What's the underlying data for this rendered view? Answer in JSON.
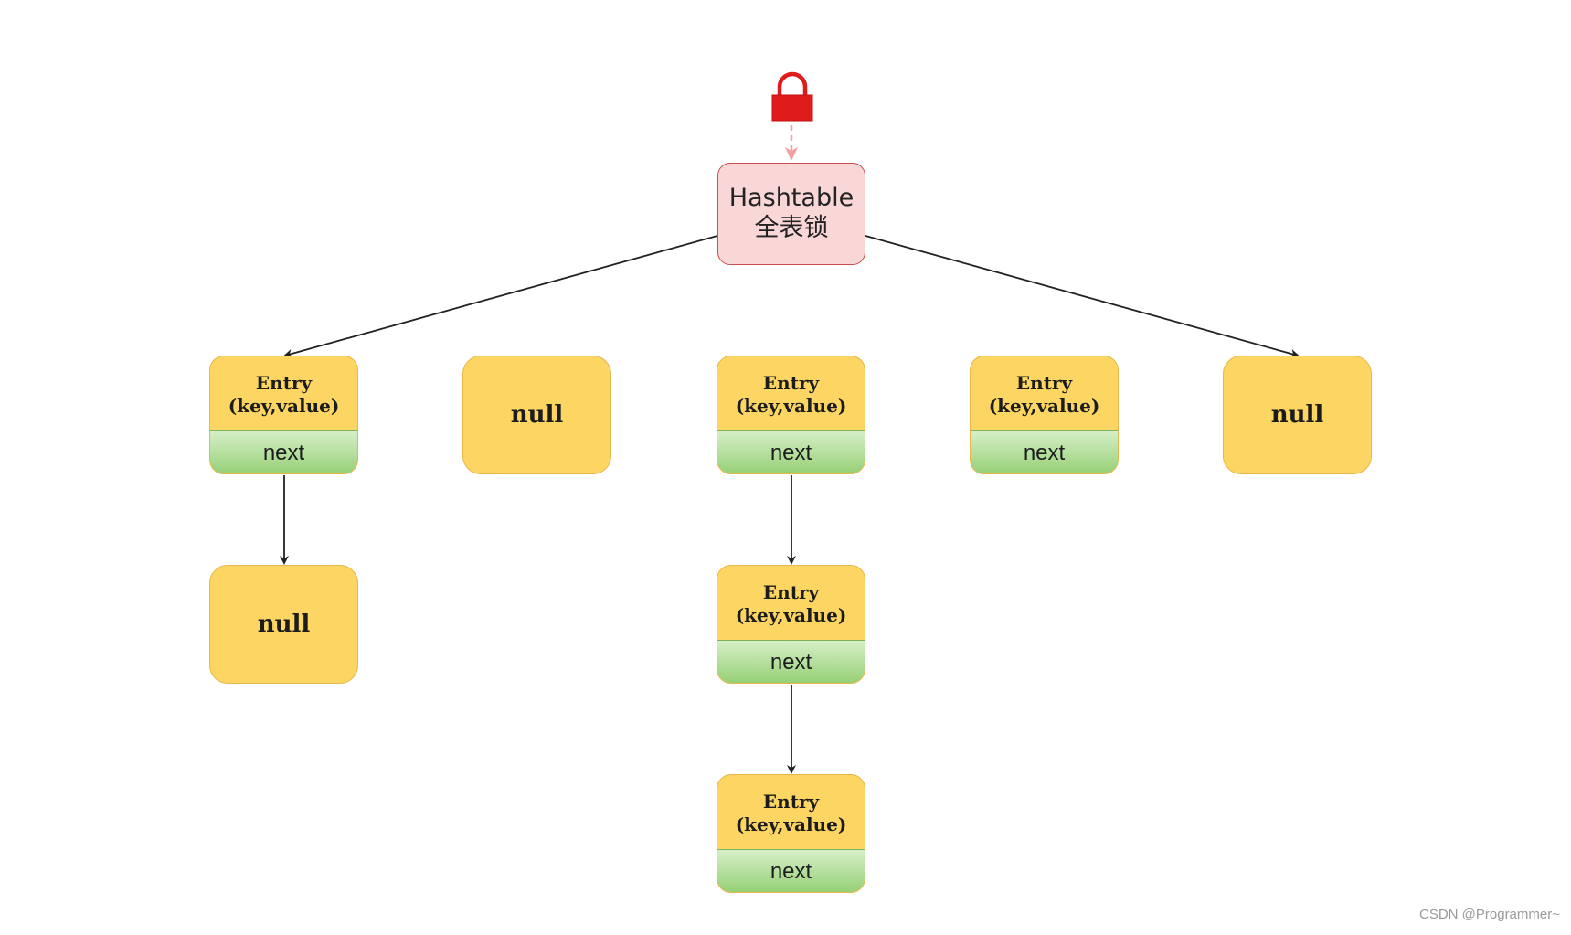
{
  "root": {
    "title": "Hashtable",
    "subtitle": "全表锁"
  },
  "entry": {
    "line1": "Entry",
    "line2": "(key,value)",
    "next_label": "next"
  },
  "null_label": "null",
  "watermark": "CSDN @Programmer~",
  "colors": {
    "lock": "#e01b1b",
    "lock_arrow": "#f0a0a0",
    "root_fill": "#f8d7d6",
    "root_border": "#c84f4f",
    "node_fill": "#fdd562",
    "next_fill": "#a9da8b",
    "edge": "#222222"
  }
}
